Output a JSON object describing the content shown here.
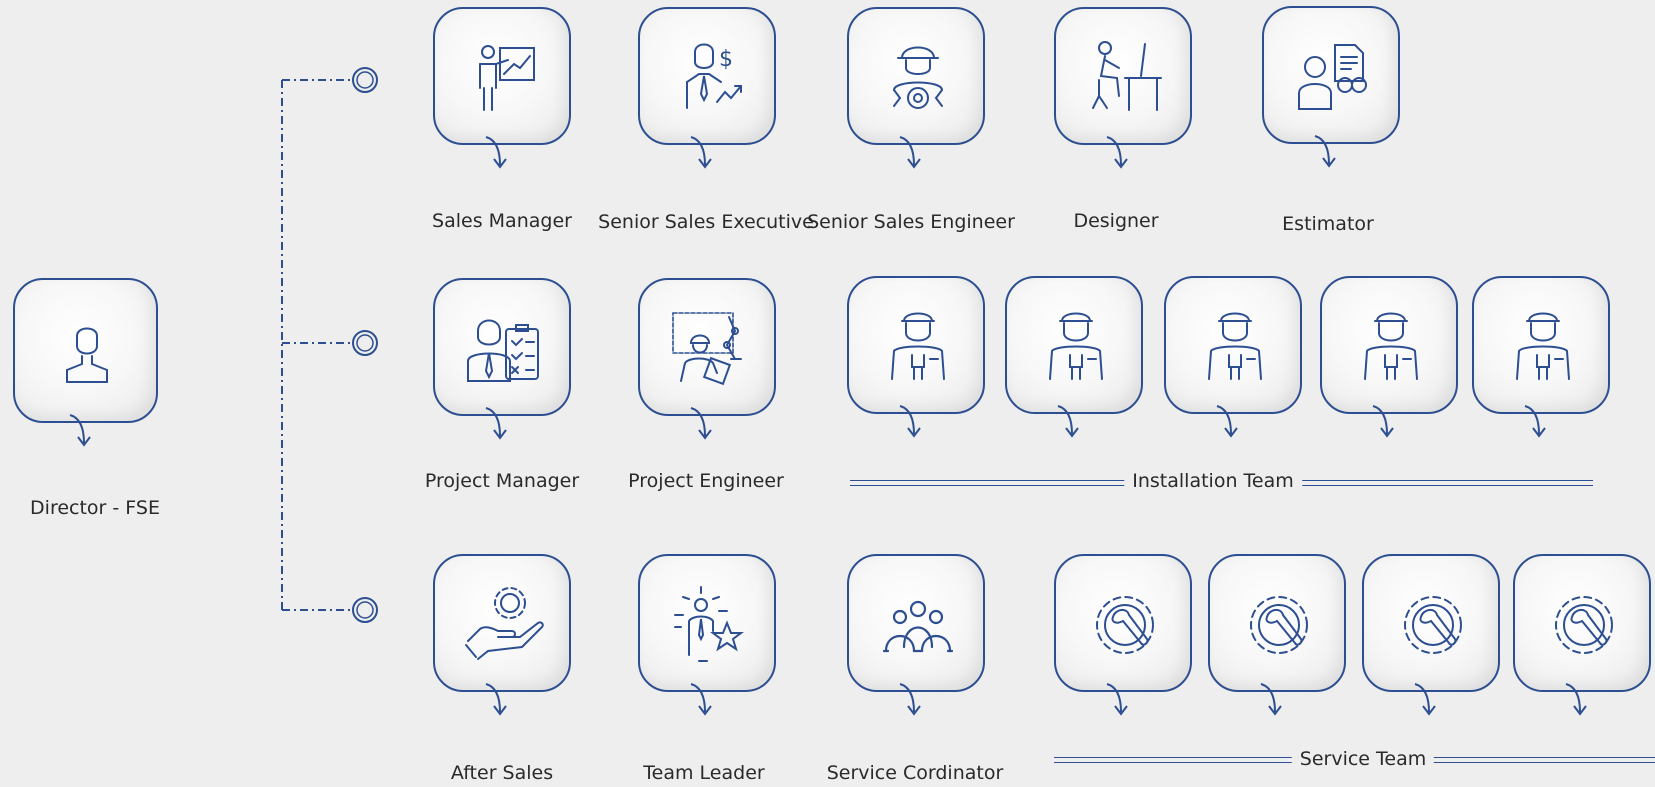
{
  "director": {
    "label": "Director - FSE",
    "icon": "person-icon"
  },
  "row1": [
    {
      "label": "Sales Manager",
      "icon": "presentation-icon"
    },
    {
      "label": "Senior Sales Executive",
      "icon": "sales-executive-icon"
    },
    {
      "label": "Senior Sales Engineer",
      "icon": "engineer-gear-icon"
    },
    {
      "label": "Designer",
      "icon": "designer-desk-icon"
    },
    {
      "label": "Estimator",
      "icon": "estimator-document-icon"
    }
  ],
  "row2": [
    {
      "label": "Project Manager",
      "icon": "manager-checklist-icon"
    },
    {
      "label": "Project Engineer",
      "icon": "engineer-blueprint-icon"
    }
  ],
  "installation_team": {
    "label": "Installation Team",
    "count": 5,
    "icon": "technician-wrench-icon"
  },
  "row3": [
    {
      "label": "After Sales",
      "icon": "hand-gear-icon"
    },
    {
      "label": "Team Leader",
      "icon": "leader-star-icon"
    },
    {
      "label": "Service Cordinator",
      "icon": "network-people-icon"
    }
  ],
  "service_team": {
    "label": "Service Team",
    "count": 4,
    "icon": "gear-wrench-icon"
  },
  "colors": {
    "accent": "#2d4f91",
    "background": "#eeeeee",
    "text": "#2a2a2a"
  }
}
